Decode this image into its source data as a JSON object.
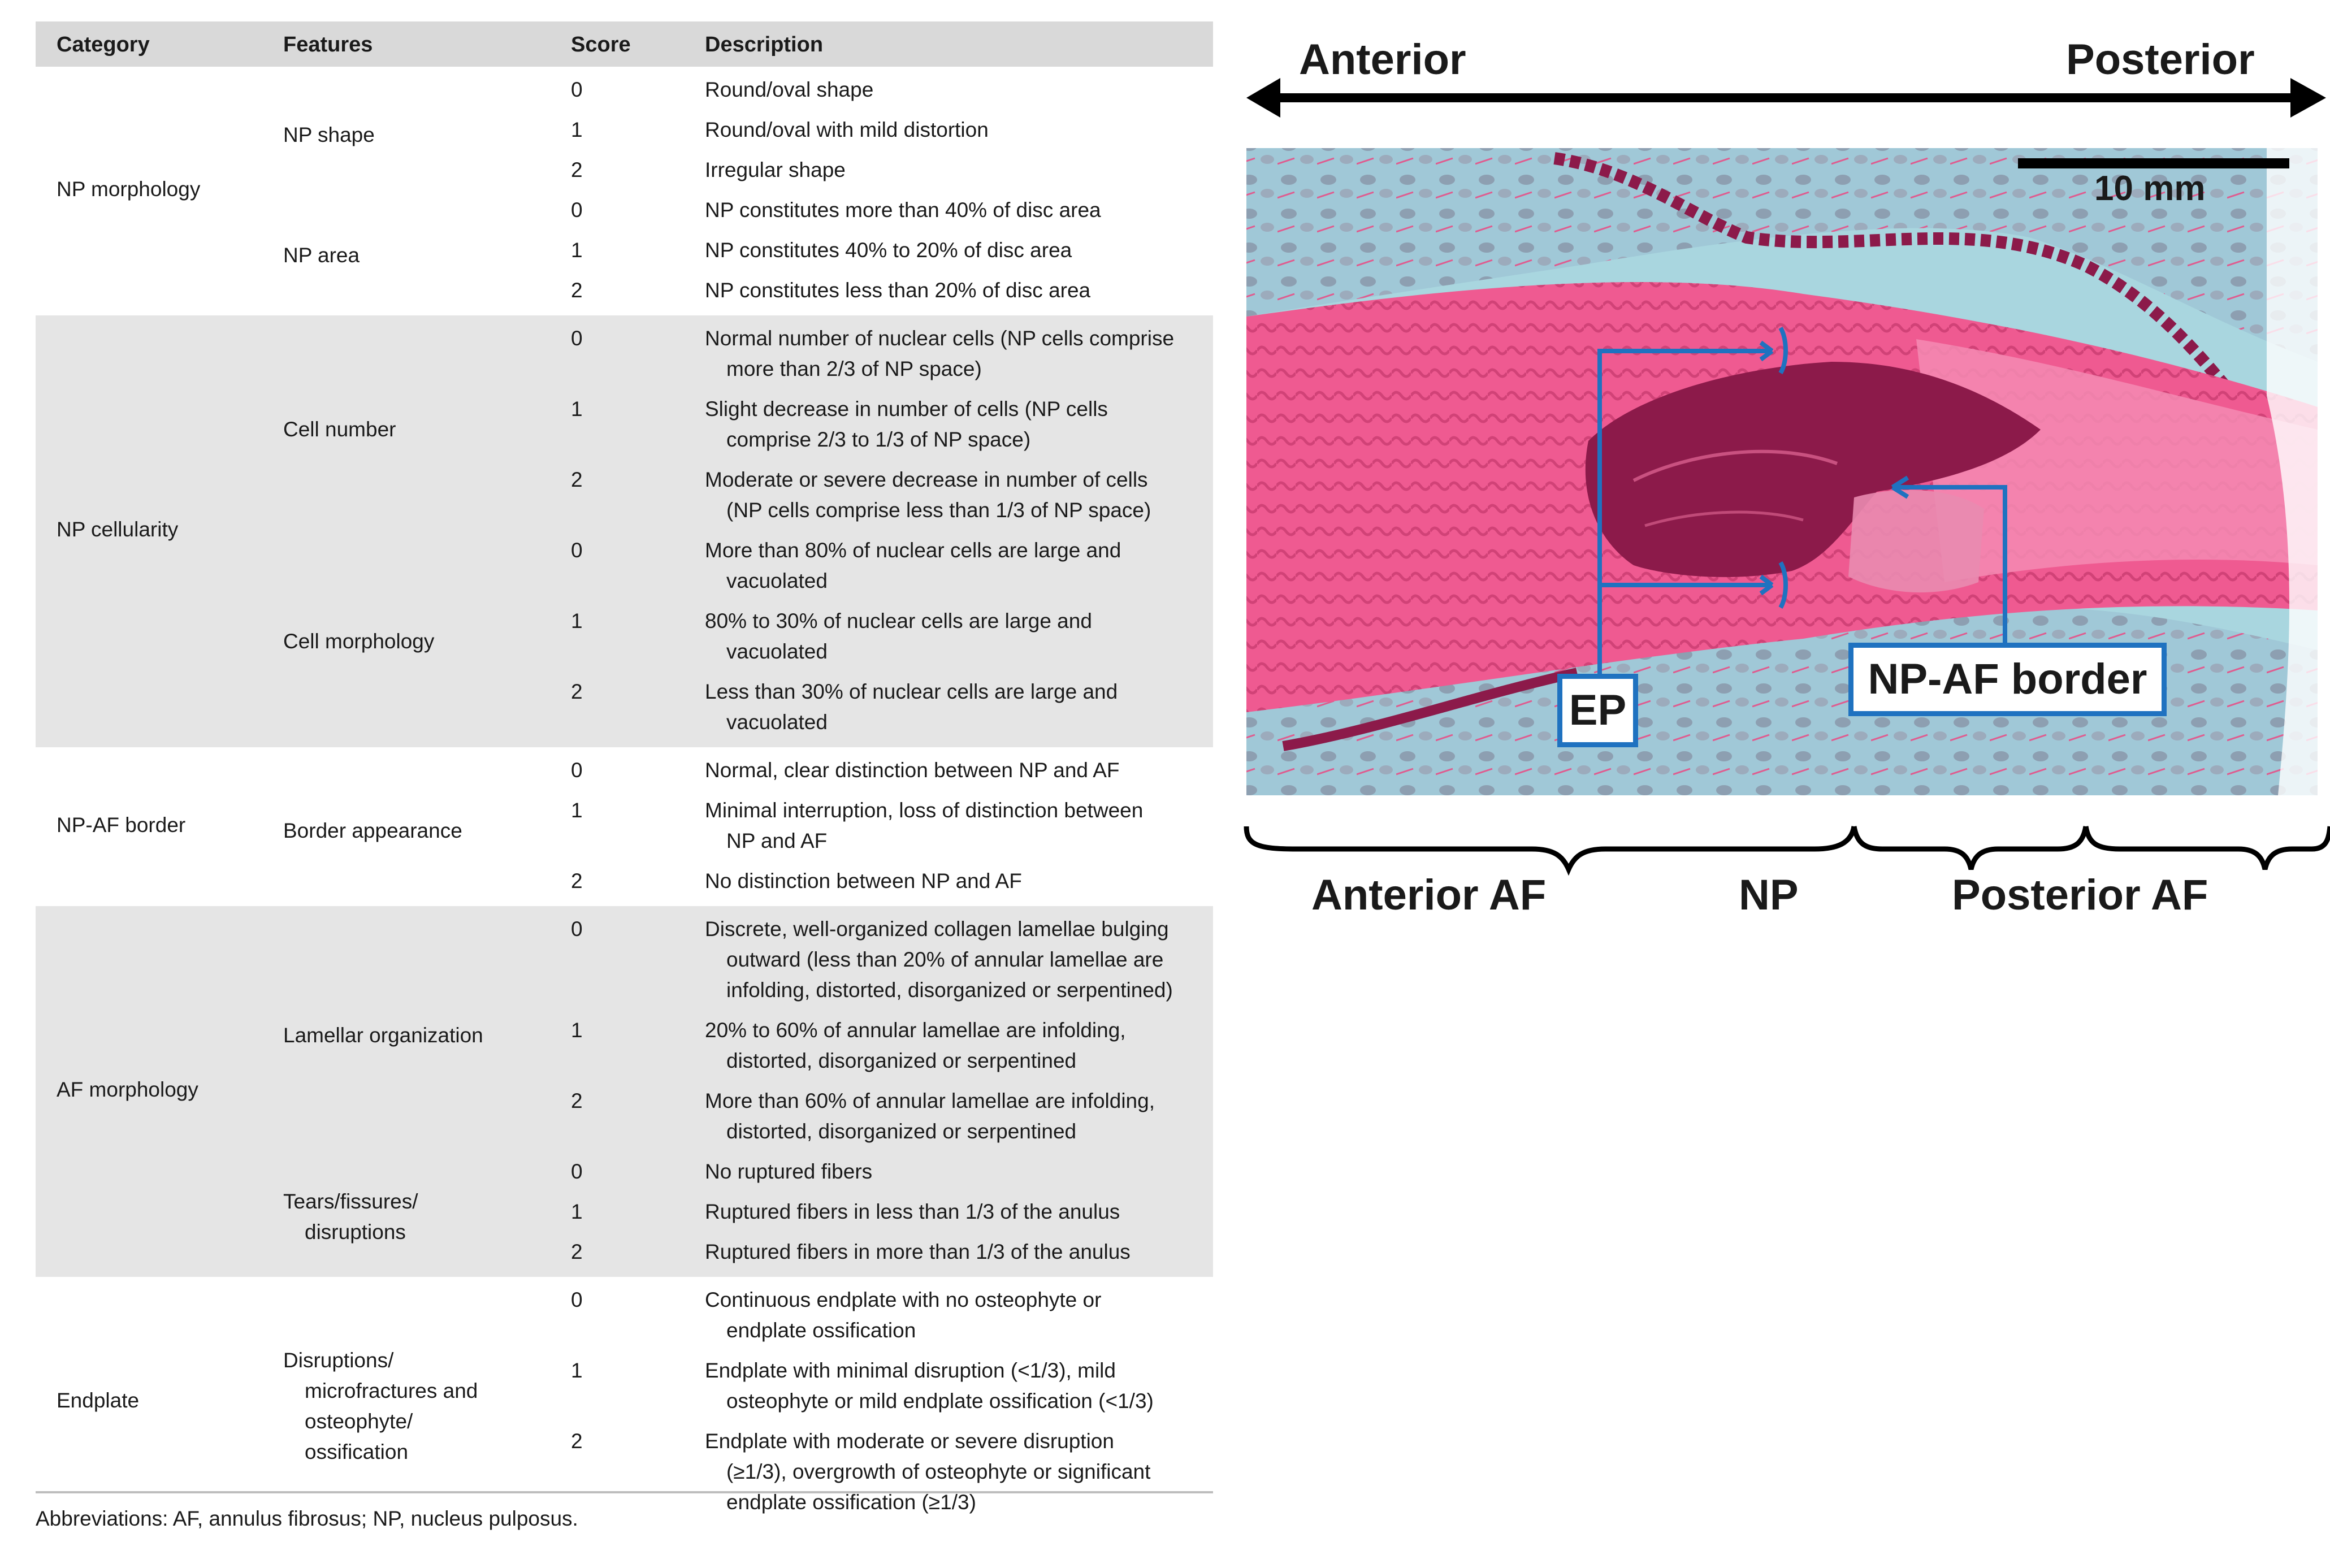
{
  "table": {
    "headers": {
      "category": "Category",
      "features": "Features",
      "score": "Score",
      "description": "Description"
    },
    "groups": [
      {
        "category": "NP morphology",
        "features": [
          {
            "name": [
              "NP shape"
            ],
            "rows": [
              {
                "score": "0",
                "desc": [
                  "Round/oval shape"
                ]
              },
              {
                "score": "1",
                "desc": [
                  "Round/oval with mild distortion"
                ]
              },
              {
                "score": "2",
                "desc": [
                  "Irregular shape"
                ]
              }
            ]
          },
          {
            "name": [
              "NP area"
            ],
            "rows": [
              {
                "score": "0",
                "desc": [
                  "NP constitutes more than 40% of disc area"
                ]
              },
              {
                "score": "1",
                "desc": [
                  "NP constitutes 40% to 20% of disc area"
                ]
              },
              {
                "score": "2",
                "desc": [
                  "NP constitutes less than 20% of disc area"
                ]
              }
            ]
          }
        ]
      },
      {
        "category": "NP cellularity",
        "features": [
          {
            "name": [
              "Cell number"
            ],
            "rows": [
              {
                "score": "0",
                "desc": [
                  "Normal number of nuclear cells (NP cells comprise",
                  "more than 2/3 of NP space)"
                ]
              },
              {
                "score": "1",
                "desc": [
                  "Slight decrease in number of cells (NP cells",
                  "comprise 2/3 to 1/3 of NP space)"
                ]
              },
              {
                "score": "2",
                "desc": [
                  "Moderate or severe decrease in number of cells",
                  "(NP cells comprise less than 1/3 of NP space)"
                ]
              }
            ]
          },
          {
            "name": [
              "Cell morphology"
            ],
            "rows": [
              {
                "score": "0",
                "desc": [
                  "More than 80% of nuclear cells are large and",
                  "vacuolated"
                ]
              },
              {
                "score": "1",
                "desc": [
                  "80% to 30% of nuclear cells are large and",
                  "vacuolated"
                ]
              },
              {
                "score": "2",
                "desc": [
                  "Less than 30% of nuclear cells are large and",
                  "vacuolated"
                ]
              }
            ]
          }
        ]
      },
      {
        "category": "NP-AF border",
        "features": [
          {
            "name": [
              "Border appearance"
            ],
            "rows": [
              {
                "score": "0",
                "desc": [
                  "Normal, clear distinction between NP and AF"
                ]
              },
              {
                "score": "1",
                "desc": [
                  "Minimal interruption, loss of distinction between",
                  "NP and AF"
                ]
              },
              {
                "score": "2",
                "desc": [
                  "No distinction between NP and AF"
                ]
              }
            ]
          }
        ]
      },
      {
        "category": "AF morphology",
        "features": [
          {
            "name": [
              "Lamellar organization"
            ],
            "rows": [
              {
                "score": "0",
                "desc": [
                  "Discrete, well-organized collagen lamellae bulging",
                  "outward (less than 20% of annular lamellae are",
                  "infolding, distorted, disorganized or serpentined)"
                ]
              },
              {
                "score": "1",
                "desc": [
                  "20% to 60% of annular lamellae are infolding,",
                  "distorted, disorganized or serpentined"
                ]
              },
              {
                "score": "2",
                "desc": [
                  "More than 60% of annular lamellae are infolding,",
                  "distorted, disorganized or serpentined"
                ]
              }
            ]
          },
          {
            "name": [
              "Tears/fissures/",
              "disruptions"
            ],
            "rows": [
              {
                "score": "0",
                "desc": [
                  "No ruptured fibers"
                ]
              },
              {
                "score": "1",
                "desc": [
                  "Ruptured fibers in less than 1/3 of the anulus"
                ]
              },
              {
                "score": "2",
                "desc": [
                  "Ruptured fibers in more than 1/3 of the anulus"
                ]
              }
            ]
          }
        ]
      },
      {
        "category": "Endplate",
        "features": [
          {
            "name": [
              "Disruptions/",
              "microfractures and",
              "osteophyte/",
              "ossification"
            ],
            "rows": [
              {
                "score": "0",
                "desc": [
                  "Continuous endplate with no osteophyte or",
                  "endplate ossification"
                ]
              },
              {
                "score": "1",
                "desc": [
                  "Endplate with minimal disruption (<1/3), mild",
                  "osteophyte or mild endplate ossification (<1/3)"
                ]
              },
              {
                "score": "2",
                "desc": [
                  "Endplate with moderate or severe disruption",
                  "(≥1/3), overgrowth of osteophyte or significant",
                  "endplate ossification (≥1/3)"
                ]
              }
            ]
          }
        ]
      }
    ],
    "footnote": "Abbreviations: AF, annulus fibrosus; NP, nucleus pulposus."
  },
  "figure": {
    "direction_left": "Anterior",
    "direction_right": "Posterior",
    "scale_bar_label": "10 mm",
    "label_ep": "EP",
    "label_np_af_border": "NP-AF border",
    "region_anterior_af": "Anterior AF",
    "region_np": "NP",
    "region_posterior_af": "Posterior AF",
    "colors": {
      "stain_pink": "#e8407a",
      "stain_cyan": "#9ed3dc",
      "annotation_blue": "#1f72c0",
      "header_gray": "#d9d9d9",
      "band_gray": "#e5e5e5"
    }
  }
}
